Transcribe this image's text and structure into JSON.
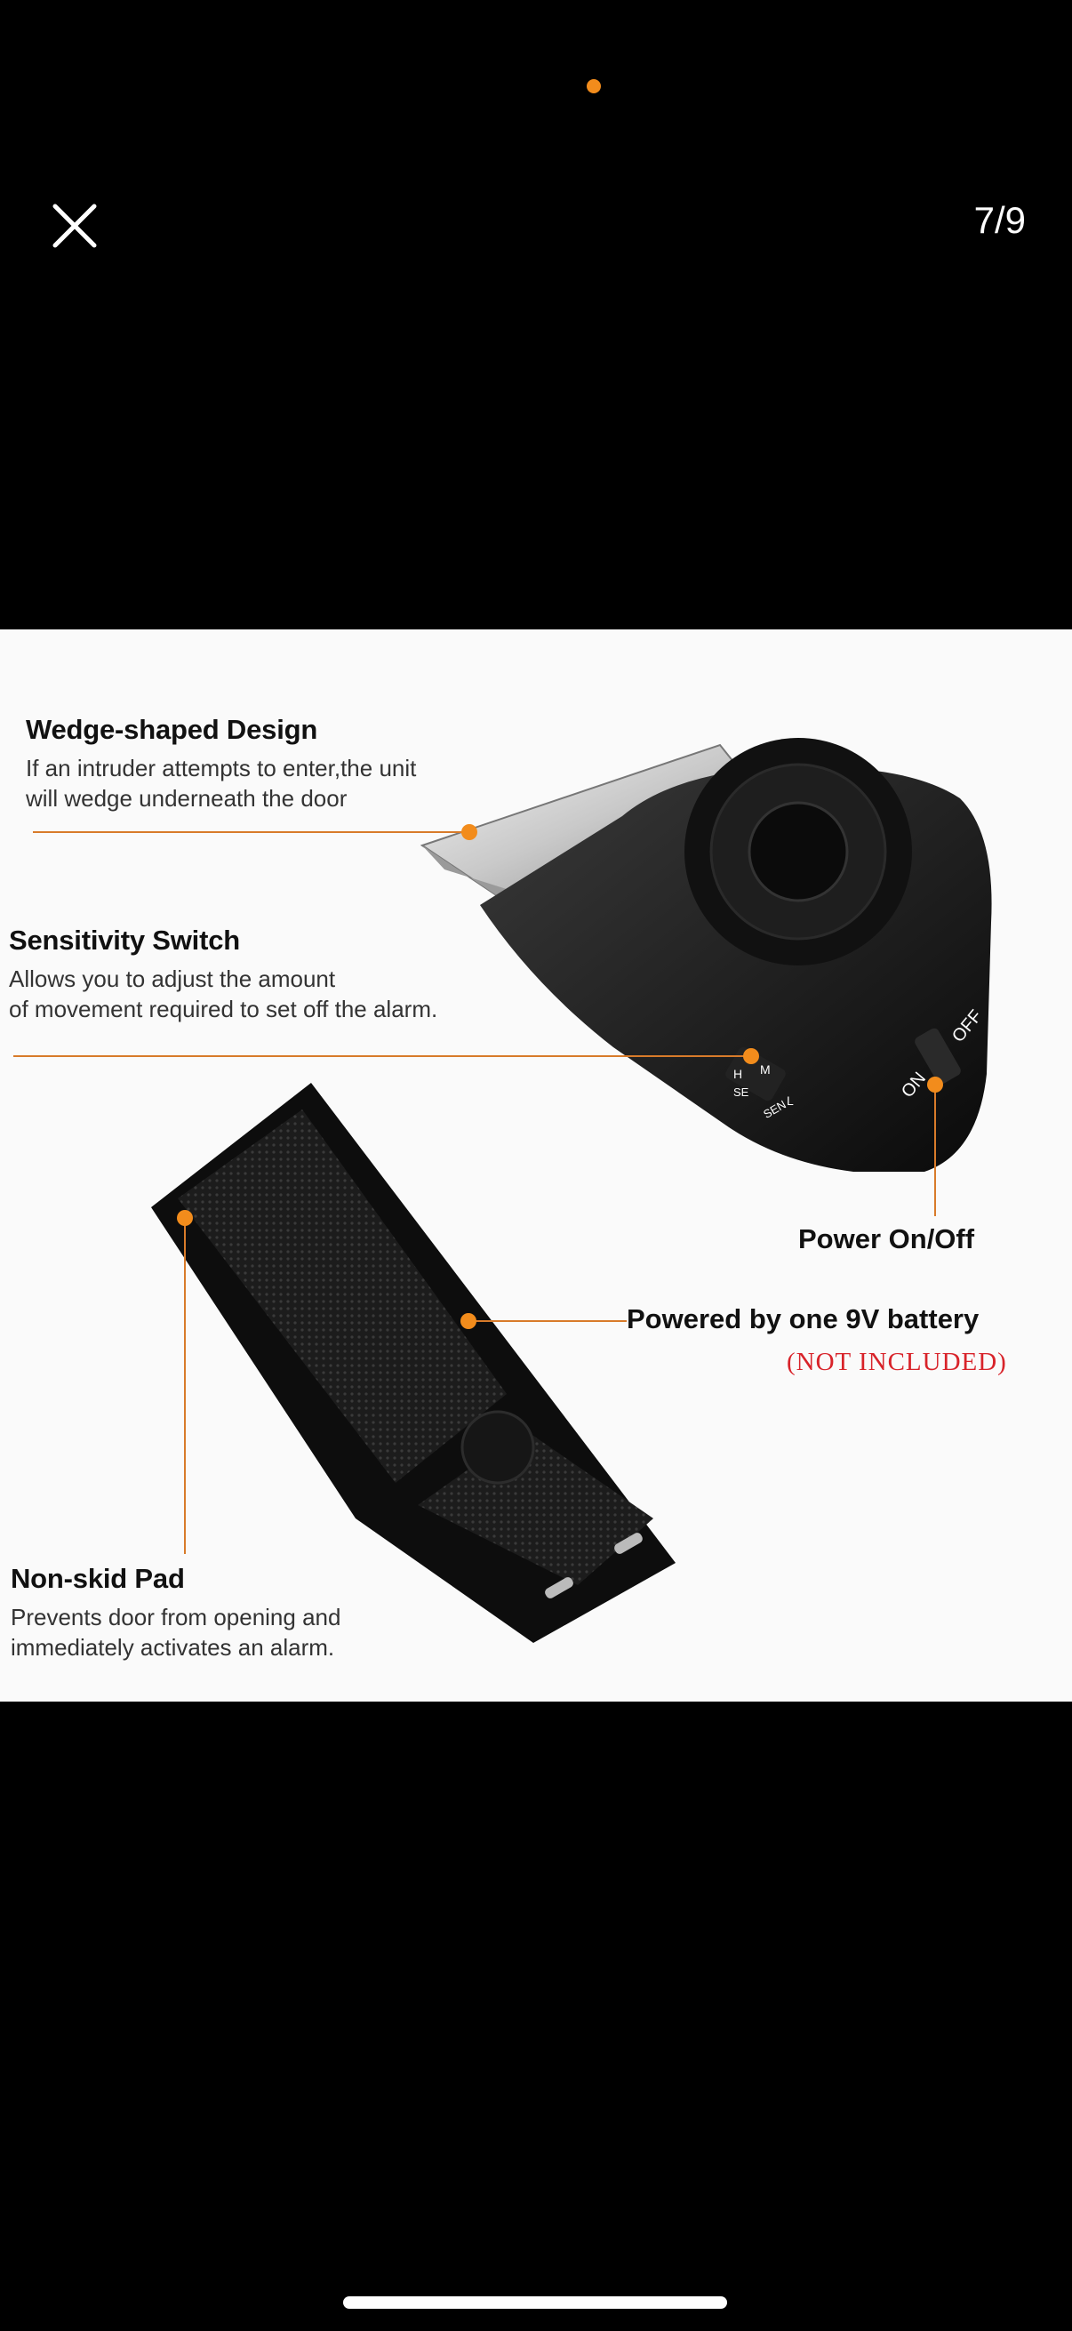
{
  "viewer": {
    "page_indicator": "7/9",
    "accent_color": "#f28c1c",
    "close_icon": "close-icon"
  },
  "image": {
    "features": [
      {
        "title": "Wedge-shaped Design",
        "desc_line1": "If  an intruder attempts to enter,the unit",
        "desc_line2": "will wedge underneath the door"
      },
      {
        "title": "Sensitivity Switch",
        "desc_line1": "Allows you to adjust the amount",
        "desc_line2": "of movement required to set off the alarm."
      },
      {
        "title": "Non-skid Pad",
        "desc_line1": "Prevents door from opening and",
        "desc_line2": "immediately activates an alarm."
      }
    ],
    "power_label": "Power On/Off",
    "battery_label": "Powered by one 9V battery",
    "battery_note": "(NOT  INCLUDED)",
    "switch_on": "ON",
    "switch_off": "OFF",
    "sensitivity_marks": {
      "h": "H",
      "m": "M",
      "l": "L",
      "se": "SE",
      "sen": "SEN"
    }
  }
}
